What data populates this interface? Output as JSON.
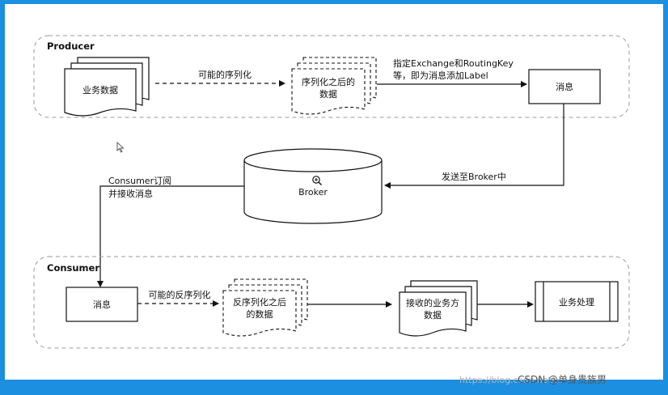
{
  "producer": {
    "title": "Producer",
    "business_data": "业务数据",
    "serialize_label": "可能的序列化",
    "serialized_data_line1": "序列化之后的",
    "serialized_data_line2": "数据",
    "exchange_label_line1": "指定Exchange和RoutingKey",
    "exchange_label_line2": "等，即为消息添加Label",
    "message": "消息"
  },
  "broker": {
    "label": "Broker",
    "send_label": "发送至Broker中",
    "subscribe_label_line1": "Consumer订阅",
    "subscribe_label_line2": "并接收消息"
  },
  "consumer": {
    "title": "Consumer",
    "message": "消息",
    "deserialize_label": "可能的反序列化",
    "deserialized_data_line1": "反序列化之后",
    "deserialized_data_line2": "的数据",
    "received_data_line1": "接收的业务方",
    "received_data_line2": "数据",
    "processing": "业务处理"
  },
  "watermark": {
    "url": "https://blog.csdn.net/...",
    "brand": "CSDN @单身贵族男"
  },
  "icons": [
    "cursor-pointer-icon",
    "zoom-in-icon"
  ],
  "colors": {
    "frame_border": "#1c8fe0",
    "stroke": "#111111",
    "dashed_group": "#9a9a9a"
  }
}
